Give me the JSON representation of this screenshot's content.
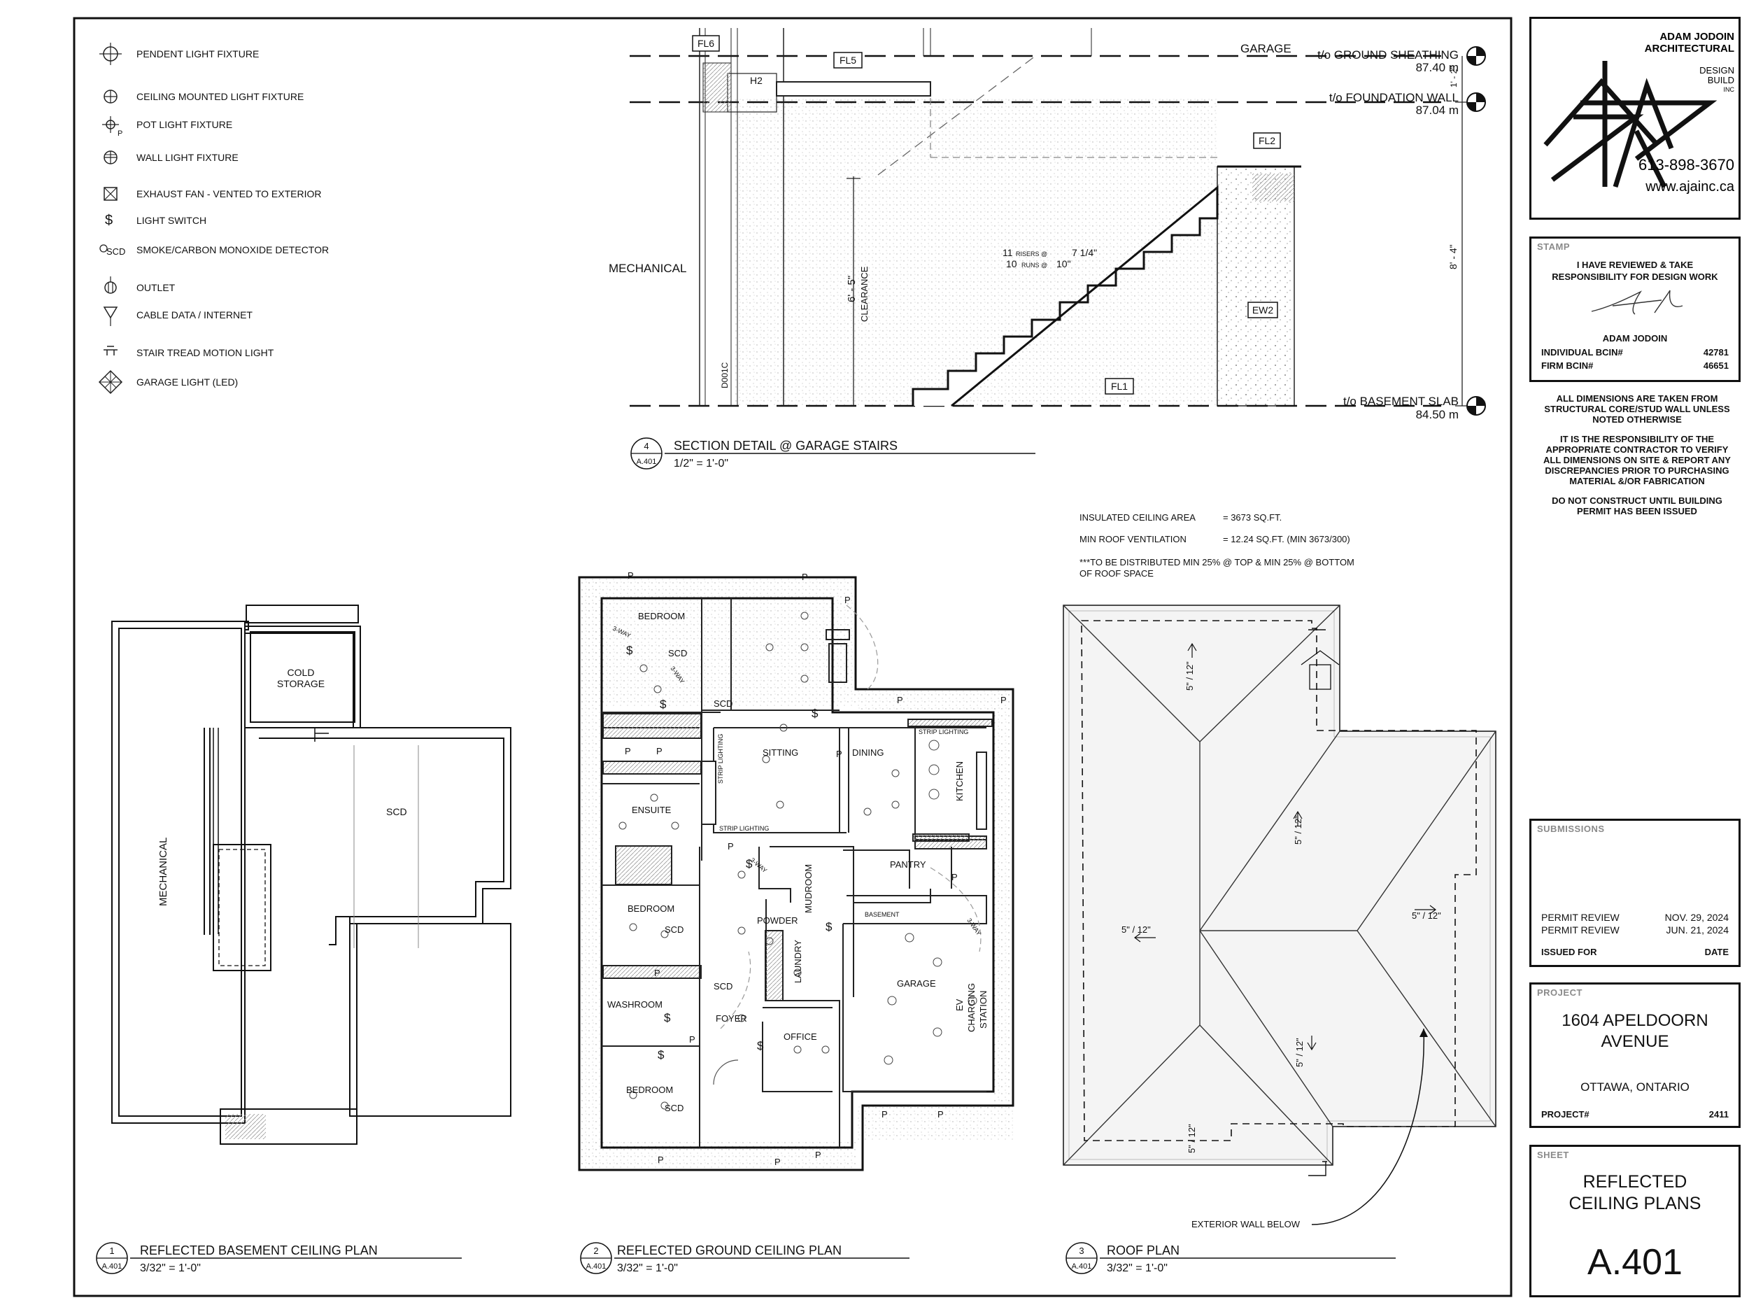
{
  "legend": [
    {
      "label": "PENDENT LIGHT FIXTURE",
      "icon": "pendent-light-icon"
    },
    {
      "label": "CEILING MOUNTED LIGHT FIXTURE",
      "icon": "ceiling-light-icon"
    },
    {
      "label": "POT LIGHT FIXTURE",
      "icon": "pot-light-icon"
    },
    {
      "label": "WALL LIGHT FIXTURE",
      "icon": "wall-light-icon"
    },
    {
      "label": "EXHAUST FAN - VENTED TO EXTERIOR",
      "icon": "exhaust-fan-icon"
    },
    {
      "label": "LIGHT SWITCH",
      "icon": "light-switch-icon"
    },
    {
      "label": "SMOKE/CARBON MONOXIDE DETECTOR",
      "icon": "smoke-detector-icon"
    },
    {
      "label": "OUTLET",
      "icon": "outlet-icon"
    },
    {
      "label": "CABLE DATA / INTERNET",
      "icon": "cable-data-icon"
    },
    {
      "label": "STAIR TREAD MOTION LIGHT",
      "icon": "stair-light-icon"
    },
    {
      "label": "GARAGE LIGHT (LED)",
      "icon": "garage-light-icon"
    }
  ],
  "legend_extra": {
    "pot_p": "P",
    "scd": "SCD"
  },
  "section": {
    "tags": {
      "fl6": "FL6",
      "fl5": "FL5",
      "fl2": "FL2",
      "fl1": "FL1",
      "ew2": "EW2",
      "h2": "H2",
      "d001c": "D001C"
    },
    "garage": "GARAGE",
    "sheathing": {
      "label": "t/o GROUND SHEATHING",
      "elev": "87.40 m"
    },
    "foundation": {
      "label": "t/o FOUNDATION WALL",
      "elev": "87.04 m"
    },
    "slab": {
      "label": "t/o BASEMENT SLAB",
      "elev": "84.50 m"
    },
    "mechanical": "MECHANICAL",
    "clearance_dim": "6' - 5\"",
    "clearance": "CLEARANCE",
    "risers": "11",
    "risers_small": "RISERS @",
    "risers_dim": "7 1/4\"",
    "runs": "10",
    "runs_small": "RUNS @",
    "runs_dim": "10\"",
    "right_dim": "8' - 4\"",
    "top_dim": "1' - 2\""
  },
  "notes": {
    "area_label": "INSULATED CEILING AREA",
    "area_val": "=     3673 SQ.FT.",
    "vent_label": "MIN ROOF VENTILATION",
    "vent_val": "=     12.24 SQ.FT. (MIN 3673/300)",
    "dist_1": "***TO BE DISTRIBUTED MIN 25% @ TOP & MIN 25% @ BOTTOM",
    "dist_2": "OF ROOF SPACE"
  },
  "basement": {
    "cold_1": "COLD",
    "cold_2": "STORAGE",
    "scd": "SCD",
    "mechanical": "MECHANICAL"
  },
  "ground": {
    "bedroom1": "BEDROOM",
    "sitting": "SITTING",
    "dining": "DINING",
    "kitchen": "KITCHEN",
    "ensuite": "ENSUITE",
    "pantry": "PANTRY",
    "mudroom": "MUDROOM",
    "powder": "POWDER",
    "basement": "BASEMENT",
    "bedroom2": "BEDROOM",
    "laundry": "LAUNDRY",
    "garage": "GARAGE",
    "ev": "EV",
    "charging": "CHARGING",
    "station": "STATION",
    "washroom": "WASHROOM",
    "foyer": "FOYER",
    "office": "OFFICE",
    "bedroom3": "BEDROOM",
    "scd": "SCD",
    "p": "P",
    "strip": "STRIP LIGHTING",
    "strip_v": "STRIP LIGHTING",
    "three_way": "3-WAY"
  },
  "roof": {
    "slope_a": "5\" / 12\"",
    "slope_b": "5\" / 12\"",
    "slope_c": "5\" / 12\"",
    "slope_d": "5\" / 12\"",
    "slope_e": "5\" / 12\"",
    "slope_f": "5\" / 12\"",
    "ext_wall": "EXTERIOR WALL BELOW"
  },
  "titles": [
    {
      "num": "1",
      "ref": "A.401",
      "title": "REFLECTED BASEMENT CEILING PLAN",
      "scale": "3/32\" = 1'-0\""
    },
    {
      "num": "2",
      "ref": "A.401",
      "title": "REFLECTED GROUND CEILING PLAN",
      "scale": "3/32\" = 1'-0\""
    },
    {
      "num": "3",
      "ref": "A.401",
      "title": "ROOF PLAN",
      "scale": "3/32\" = 1'-0\""
    },
    {
      "num": "4",
      "ref": "A.401",
      "title": "SECTION DETAIL @ GARAGE STAIRS",
      "scale": "1/2\" = 1'-0\""
    }
  ],
  "logo": {
    "name_1": "ADAM JODOIN",
    "name_2": "ARCHITECTURAL",
    "design": "DESIGN",
    "build": "BUILD",
    "inc": "INC",
    "phone": "613-898-3670",
    "web": "www.ajainc.ca"
  },
  "stamp": {
    "label": "STAMP",
    "line1": "I HAVE REVIEWED & TAKE",
    "line2": "RESPONSIBILITY FOR DESIGN WORK",
    "name": "ADAM JODOIN",
    "ind_label": "INDIVIDUAL BCIN#",
    "ind_val": "42781",
    "firm_label": "FIRM BCIN#",
    "firm_val": "46651"
  },
  "general_notes": {
    "n1a": "ALL DIMENSIONS ARE TAKEN FROM",
    "n1b": "STRUCTURAL CORE/STUD WALL UNLESS",
    "n1c": "NOTED OTHERWISE",
    "n2a": "IT IS THE RESPONSIBILITY OF THE",
    "n2b": "APPROPRIATE CONTRACTOR TO VERIFY",
    "n2c": "ALL DIMENSIONS ON SITE & REPORT ANY",
    "n2d": "DISCREPANCIES PRIOR TO PURCHASING",
    "n2e": "MATERIAL &/OR FABRICATION",
    "n3a": "DO NOT CONSTRUCT UNTIL BUILDING",
    "n3b": "PERMIT HAS BEEN ISSUED"
  },
  "submissions": {
    "label": "SUBMISSIONS",
    "rows": [
      {
        "what": "PERMIT REVIEW",
        "date": "NOV. 29, 2024"
      },
      {
        "what": "PERMIT REVIEW",
        "date": "JUN. 21, 2024"
      }
    ],
    "issued_for": "ISSUED FOR",
    "date": "DATE"
  },
  "project": {
    "label": "PROJECT",
    "addr1": "1604 APELDOORN",
    "addr2": "AVENUE",
    "city": "OTTAWA, ONTARIO",
    "num_label": "PROJECT#",
    "num": "2411"
  },
  "sheet": {
    "label": "SHEET",
    "title1": "REFLECTED",
    "title2": "CEILING PLANS",
    "number": "A.401"
  }
}
